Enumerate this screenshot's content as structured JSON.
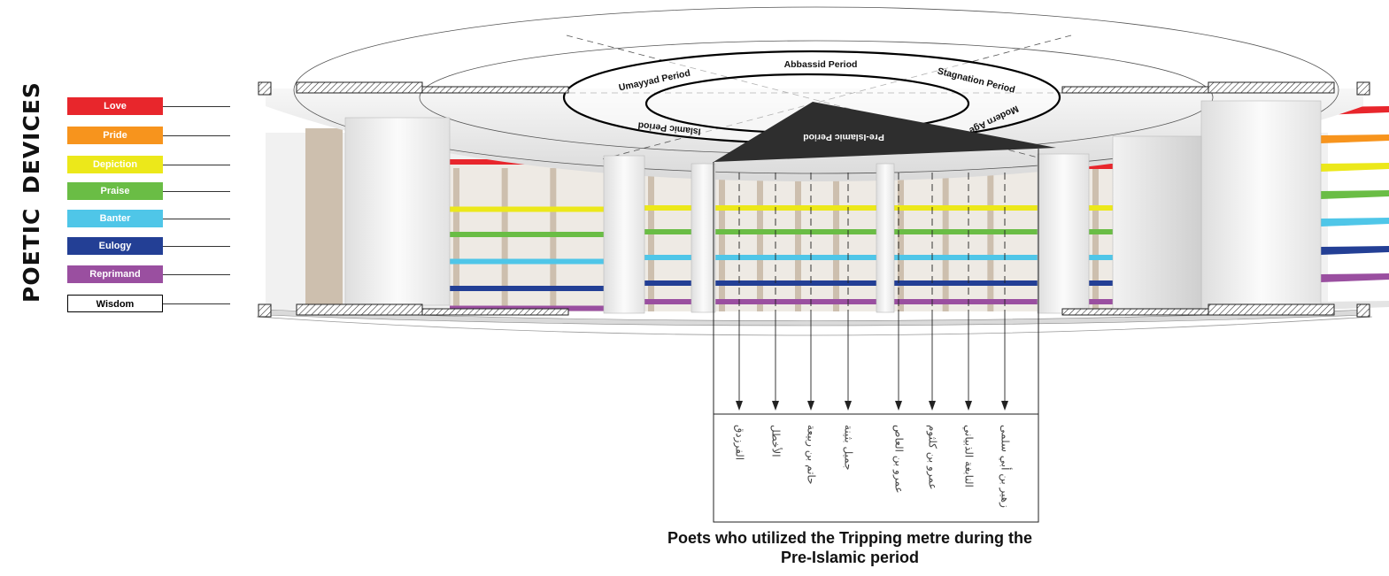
{
  "side_title": {
    "line1": "POETIC",
    "line2": "DEVICES"
  },
  "devices": [
    {
      "label": "Love",
      "color": "#e8262c"
    },
    {
      "label": "Pride",
      "color": "#f7941d"
    },
    {
      "label": "Depiction",
      "color": "#ece81a"
    },
    {
      "label": "Praise",
      "color": "#6abd45"
    },
    {
      "label": "Banter",
      "color": "#4fc6e8"
    },
    {
      "label": "Eulogy",
      "color": "#233f95"
    },
    {
      "label": "Reprimand",
      "color": "#9a4fa0"
    },
    {
      "label": "Wisdom",
      "color": "#ffffff"
    }
  ],
  "periods": {
    "umayyad": "Umayyad Period",
    "abbassid": "Abbassid Period",
    "stagnation": "Stagnation Period",
    "islamic": "Islamic Period",
    "pre_islamic": "Pre-Islamic Period",
    "modern": "Modern Age"
  },
  "poets": [
    "الفرزدق",
    "الأخطل",
    "حاتم بن ربيعة",
    "جميل بثينة",
    "عمرو بن العاص",
    "عمرو بن كلثوم",
    "النابغة الذبياني",
    "زهير بن أبي سلمى"
  ],
  "caption": {
    "line1": "Poets who utilized the Tripping metre during the",
    "line2": "Pre-Islamic period"
  }
}
